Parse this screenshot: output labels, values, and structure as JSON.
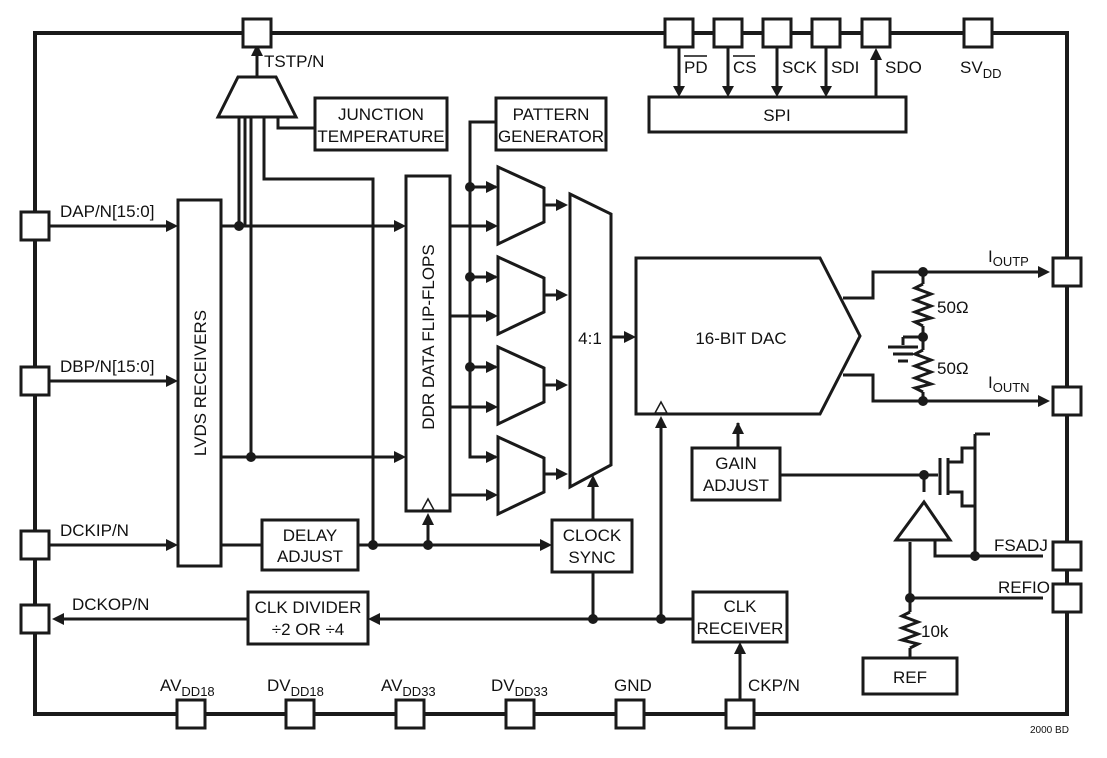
{
  "pins": {
    "tstp": "TSTP/N",
    "pd": "PD",
    "cs": "CS",
    "sck": "SCK",
    "sdi": "SDI",
    "sdo": "SDO",
    "svdd_main": "SV",
    "svdd_sub": "DD",
    "dap": "DAP/N[15:0]",
    "dbp": "DBP/N[15:0]",
    "dckip": "DCKIP/N",
    "dckop": "DCKOP/N",
    "ioutp_main": "I",
    "ioutp_sub": "OUTP",
    "ioutn_main": "I",
    "ioutn_sub": "OUTN",
    "fsadj": "FSADJ",
    "refio": "REFIO",
    "avdd18_main": "AV",
    "avdd18_sub": "DD18",
    "dvdd18_main": "DV",
    "dvdd18_sub": "DD18",
    "avdd33_main": "AV",
    "avdd33_sub": "DD33",
    "dvdd33_main": "DV",
    "dvdd33_sub": "DD33",
    "gnd": "GND",
    "ckp": "CKP/N"
  },
  "blocks": {
    "junction_temp_1": "JUNCTION",
    "junction_temp_2": "TEMPERATURE",
    "pattern_gen_1": "PATTERN",
    "pattern_gen_2": "GENERATOR",
    "spi": "SPI",
    "lvds": "LVDS RECEIVERS",
    "ddr": "DDR DATA FLIP-FLOPS",
    "mux": "4:1",
    "dac": "16-BIT DAC",
    "delay_1": "DELAY",
    "delay_2": "ADJUST",
    "clock_sync_1": "CLOCK",
    "clock_sync_2": "SYNC",
    "clk_div_1": "CLK DIVIDER",
    "clk_div_2": "÷2 OR ÷4",
    "clk_recv_1": "CLK",
    "clk_recv_2": "RECEIVER",
    "gain_1": "GAIN",
    "gain_2": "ADJUST",
    "ref": "REF"
  },
  "components": {
    "r_top": "50Ω",
    "r_bot": "50Ω",
    "r_ref": "10k"
  },
  "footer": "2000 BD"
}
